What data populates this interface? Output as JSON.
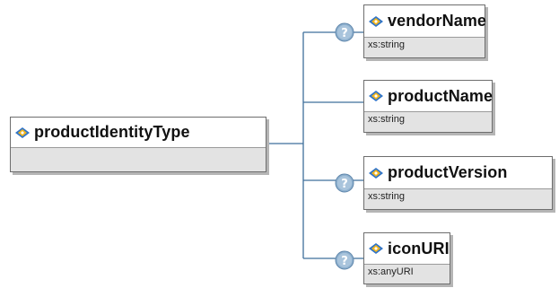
{
  "root": {
    "name": "productIdentityType",
    "icon": "complex-type-icon"
  },
  "children": [
    {
      "name": "vendorName",
      "type": "xs:string",
      "optional": true,
      "icon": "element-icon"
    },
    {
      "name": "productName",
      "type": "xs:string",
      "optional": false,
      "icon": "element-icon"
    },
    {
      "name": "productVersion",
      "type": "xs:string",
      "optional": true,
      "icon": "element-icon"
    },
    {
      "name": "iconURI",
      "type": "xs:anyURI",
      "optional": true,
      "icon": "element-icon"
    }
  ],
  "colors": {
    "connector": "#3f6f9c",
    "badge": "#8fb1cf",
    "icon_blue": "#2f74c8",
    "icon_yellow": "#f2b51c"
  }
}
